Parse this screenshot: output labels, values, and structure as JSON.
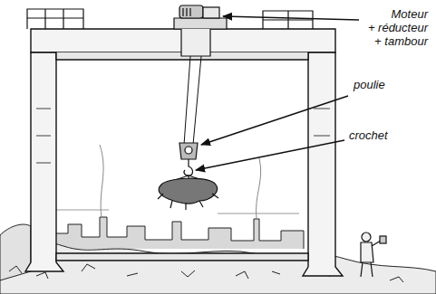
{
  "diagram": {
    "labels": [
      "Moteur + réducteur + tambour",
      "poulie",
      "crochet"
    ]
  }
}
